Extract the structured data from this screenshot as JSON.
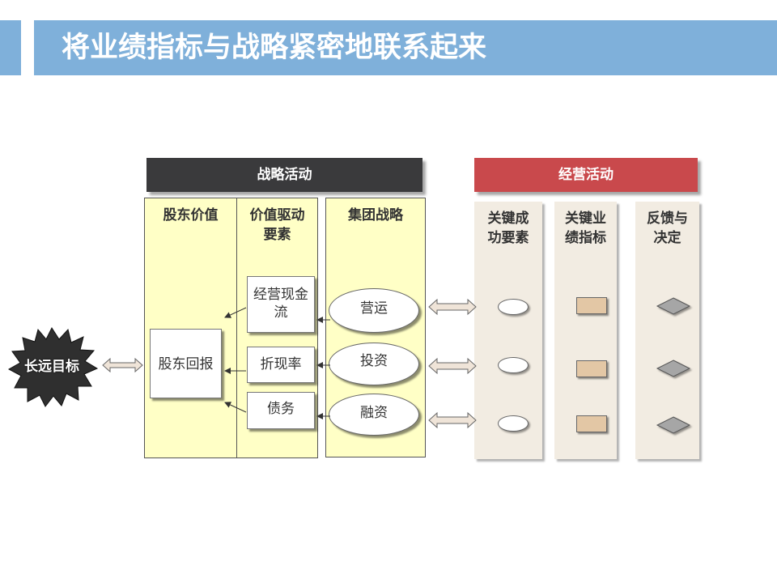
{
  "header": {
    "title": "将业绩指标与战略紧密地联系起来"
  },
  "strategy": {
    "label": "战略活动",
    "columns": {
      "shareholder_value": "股东价值",
      "value_drivers": "价值驱动\n要素",
      "group_strategy": "集团战略"
    },
    "shareholder_return": "股东回报",
    "drivers": [
      "经营现金\n流",
      "折现率",
      "债务"
    ],
    "strategies": [
      "营运",
      "投资",
      "融资"
    ]
  },
  "operations": {
    "label": "经营活动",
    "columns": [
      "关键成\n功要素",
      "关键业\n绩指标",
      "反馈与\n决定"
    ]
  },
  "goal": {
    "label": "长远目标"
  },
  "colors": {
    "header_blue": "#7fb0da",
    "strategy_dark": "#3a3a3c",
    "operations_red": "#c9494c",
    "yellow_panel": "#ffffc6",
    "beige_panel": "#f2ece2",
    "kpi_rect": "#e3c7a5",
    "diamond_gray": "#a6a6a6"
  }
}
